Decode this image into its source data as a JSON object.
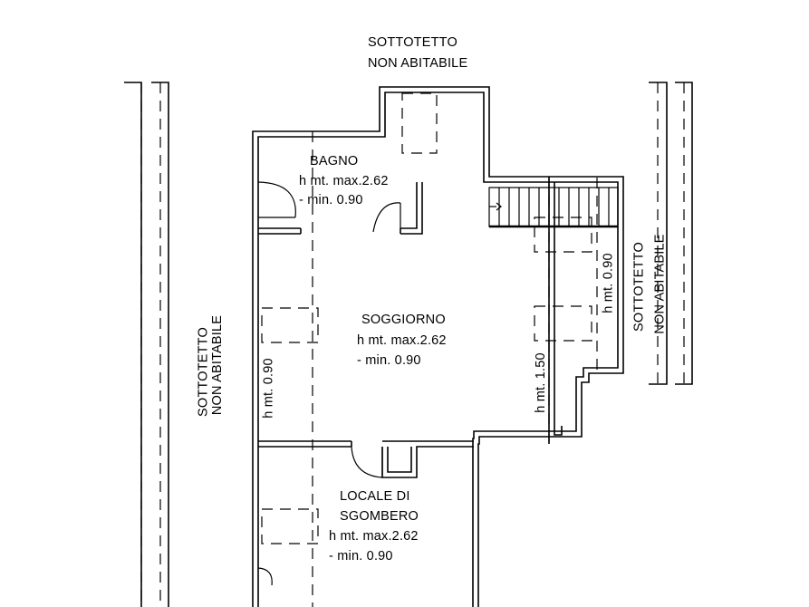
{
  "labels": {
    "top_attic_line1": "SOTTOTETTO",
    "top_attic_line2": "NON ABITABILE",
    "left_attic_line1": "SOTTOTETTO",
    "left_attic_line2": "NON ABITABILE",
    "right_attic_line1": "SOTTOTETTO",
    "right_attic_line2": "NON ABITABILE"
  },
  "rooms": {
    "bagno": {
      "name": "BAGNO",
      "hmax": "h mt. max.2.62",
      "hmin": "- min. 0.90"
    },
    "soggiorno": {
      "name": "SOGGIORNO",
      "hmax": "h mt. max.2.62",
      "hmin": "- min. 0.90"
    },
    "locale": {
      "name_line1": "LOCALE DI",
      "name_line2": "SGOMBERO",
      "hmax": "h mt. max.2.62",
      "hmin": "- min. 0.90"
    }
  },
  "height_marks": {
    "left": "h mt. 0.90",
    "middle_right": "h mt. 1.50",
    "right": "h mt. 0.90"
  }
}
